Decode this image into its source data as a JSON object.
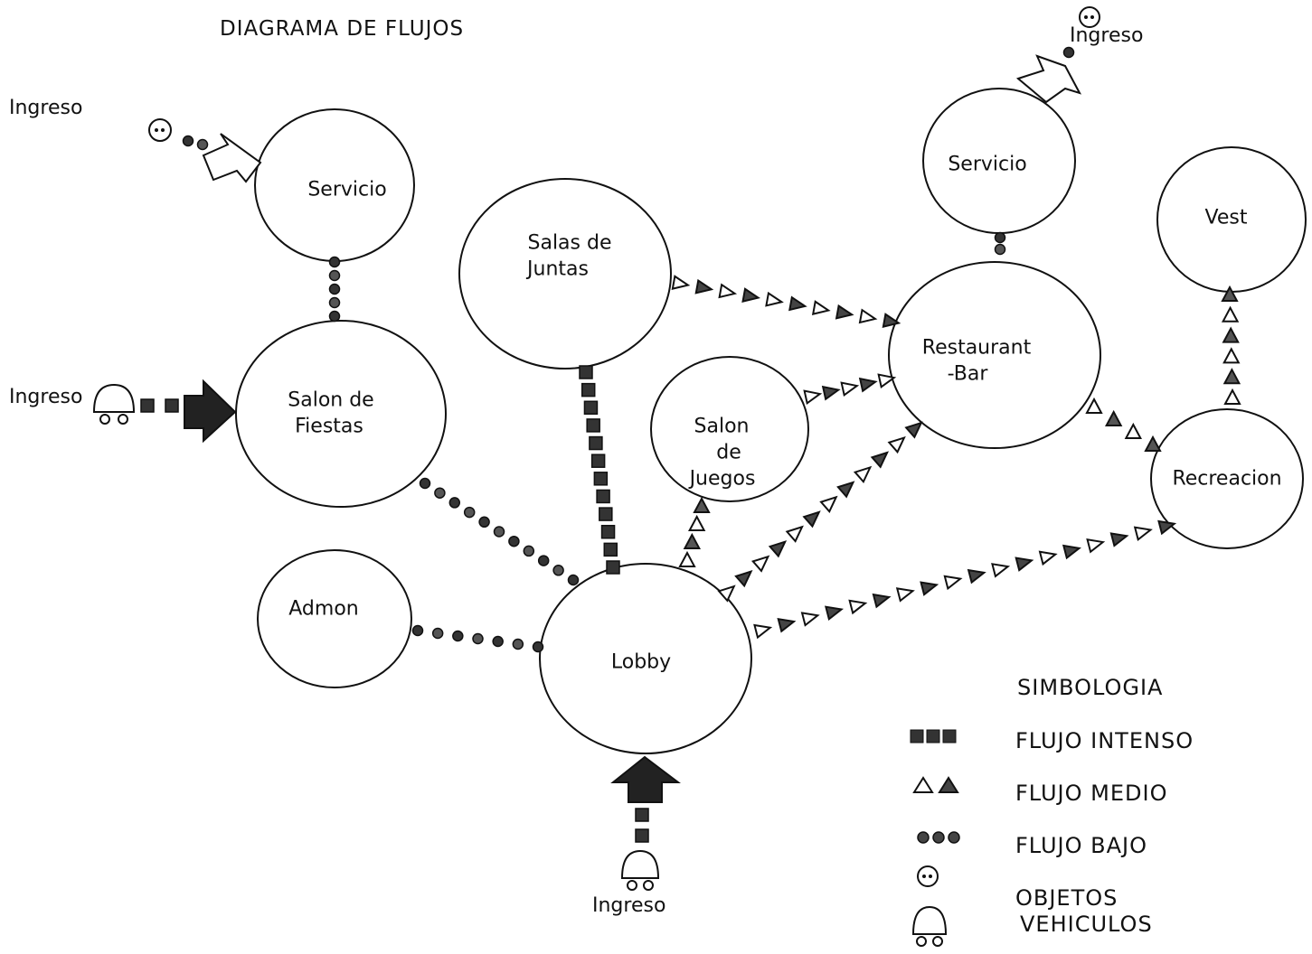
{
  "title": "DIAGRAMA  DE  FLUJOS",
  "colors": {
    "ink": "#111111",
    "paper": "#ffffff"
  },
  "nodes": {
    "servicio_left": "Servicio",
    "salas_juntas_1": "Salas  de",
    "salas_juntas_2": "Juntas",
    "servicio_right": "Servicio",
    "vest": "Vest",
    "salon_fiestas_1": "Salon de",
    "salon_fiestas_2": "Fiestas",
    "salon_juegos_1": "Salon",
    "salon_juegos_2": "de",
    "salon_juegos_3": "Juegos",
    "restaurant_1": "Restaurant",
    "restaurant_2": "-Bar",
    "recreacion": "Recreacion",
    "admon": "Admon",
    "lobby": "Lobby"
  },
  "entrances": {
    "top_left": "Ingreso",
    "mid_left": "Ingreso",
    "top_right": "Ingreso",
    "bottom": "Ingreso"
  },
  "legend": {
    "heading": "SIMBOLOGIA",
    "items": [
      {
        "label": "FLUJO INTENSO",
        "icon": "square-pattern-icon"
      },
      {
        "label": "FLUJO MEDIO",
        "icon": "triangle-icon"
      },
      {
        "label": "FLUJO BAJO",
        "icon": "small-circle-icon"
      },
      {
        "label": "OBJETOS",
        "icon": "object-circle-icon"
      },
      {
        "label": "VEHICULOS",
        "icon": "vehicle-icon"
      }
    ]
  }
}
